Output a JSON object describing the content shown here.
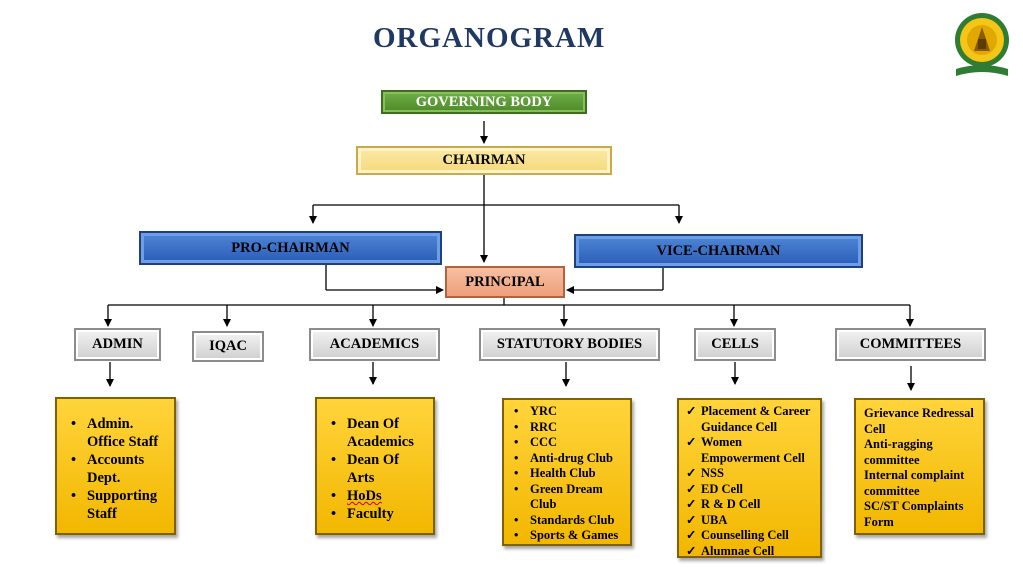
{
  "title": "ORGANOGRAM",
  "logo": {
    "icon": "college-emblem-icon",
    "colors": {
      "gold": "#f5c518",
      "green": "#2e7d32"
    }
  },
  "nodes": {
    "governing_body": "GOVERNING BODY",
    "chairman": "CHAIRMAN",
    "pro_chairman": "PRO-CHAIRMAN",
    "vice_chairman": "VICE-CHAIRMAN",
    "principal": "PRINCIPAL",
    "admin": "ADMIN",
    "iqac": "IQAC",
    "academics": "ACADEMICS",
    "statutory_bodies": "STATUTORY BODIES",
    "cells": "CELLS",
    "committees": "COMMITTEES"
  },
  "details": {
    "admin": [
      "Admin. Office Staff",
      "Accounts Dept.",
      "Supporting Staff"
    ],
    "academics": [
      "Dean Of Academics",
      "Dean Of Arts",
      "HoDs",
      "Faculty"
    ],
    "statutory_bodies": [
      "YRC",
      "RRC",
      "CCC",
      "Anti-drug Club",
      "Health Club",
      "Green Dream Club",
      "Standards Club",
      "Sports & Games"
    ],
    "cells": [
      "Placement & Career Guidance Cell",
      "Women Empowerment Cell",
      "NSS",
      "ED Cell",
      "R & D Cell",
      "UBA",
      "Counselling Cell",
      "Alumnae Cell"
    ],
    "committees": [
      "Grievance Redressal Cell",
      "Anti-ragging committee",
      "Internal complaint committee",
      "SC/ST Complaints Form"
    ]
  },
  "colors": {
    "title": "#1f3864",
    "governing_body": "#4e8a2a",
    "chairman": "#f5d87a",
    "chairmen": "#2a5db7",
    "principal": "#ee9f7a",
    "departments": "#d9d9d9",
    "detail_boxes": "#ffc000"
  }
}
